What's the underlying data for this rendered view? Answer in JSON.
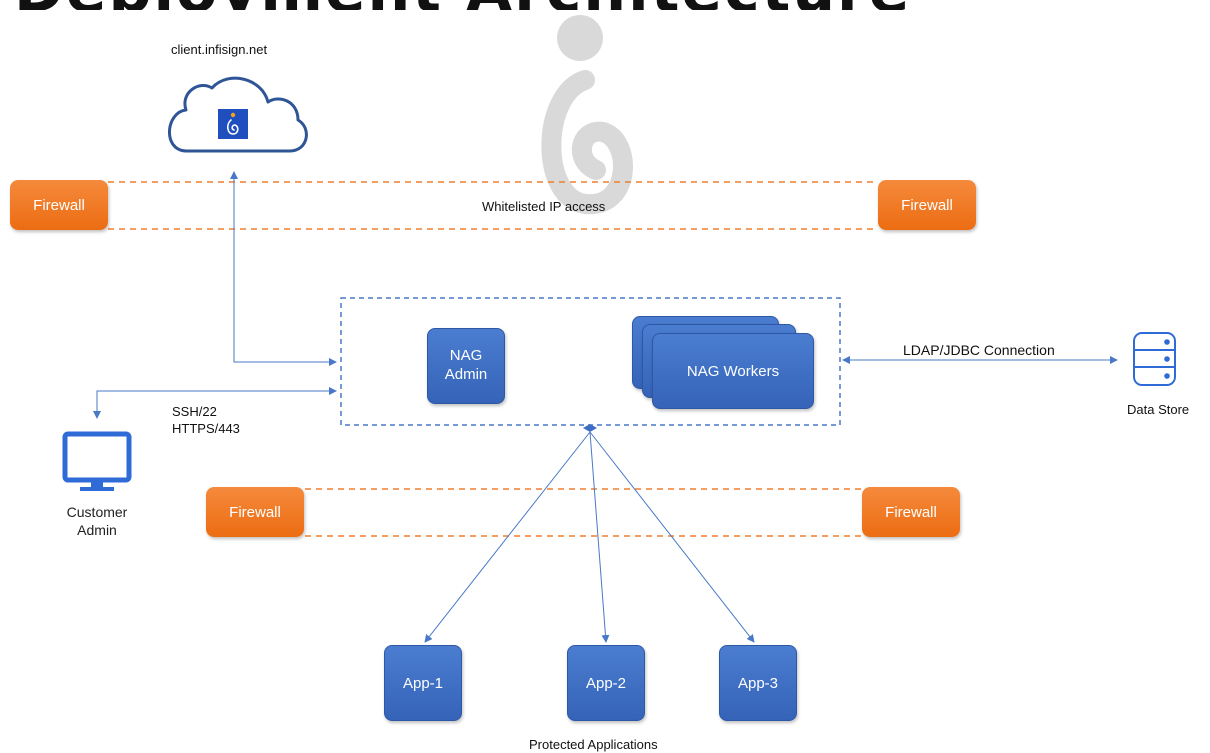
{
  "title_text": "Deployment Architecture",
  "cloud_label": "client.infisign.net",
  "whitelist_label": "Whitelisted IP access",
  "firewall_label": "Firewall",
  "nag_admin_label": "NAG Admin",
  "nag_workers_label": "NAG Workers",
  "ldap_label": "LDAP/JDBC Connection",
  "data_store_label": "Data Store",
  "ssh_label": "SSH/22",
  "https_label": "HTTPS/443",
  "customer_admin_label": "Customer Admin",
  "apps": [
    "App-1",
    "App-2",
    "App-3"
  ],
  "protected_apps_label": "Protected Applications",
  "colors": {
    "firewall": "#ec6c12",
    "box_blue": "#3d6ec4",
    "connector": "#4a78c8",
    "dash_orange": "#f07f2e",
    "watermark": "#d6d6d6"
  },
  "icons": [
    "cloud-icon",
    "infisign-logo",
    "monitor-icon",
    "database-icon",
    "watermark-logo"
  ]
}
